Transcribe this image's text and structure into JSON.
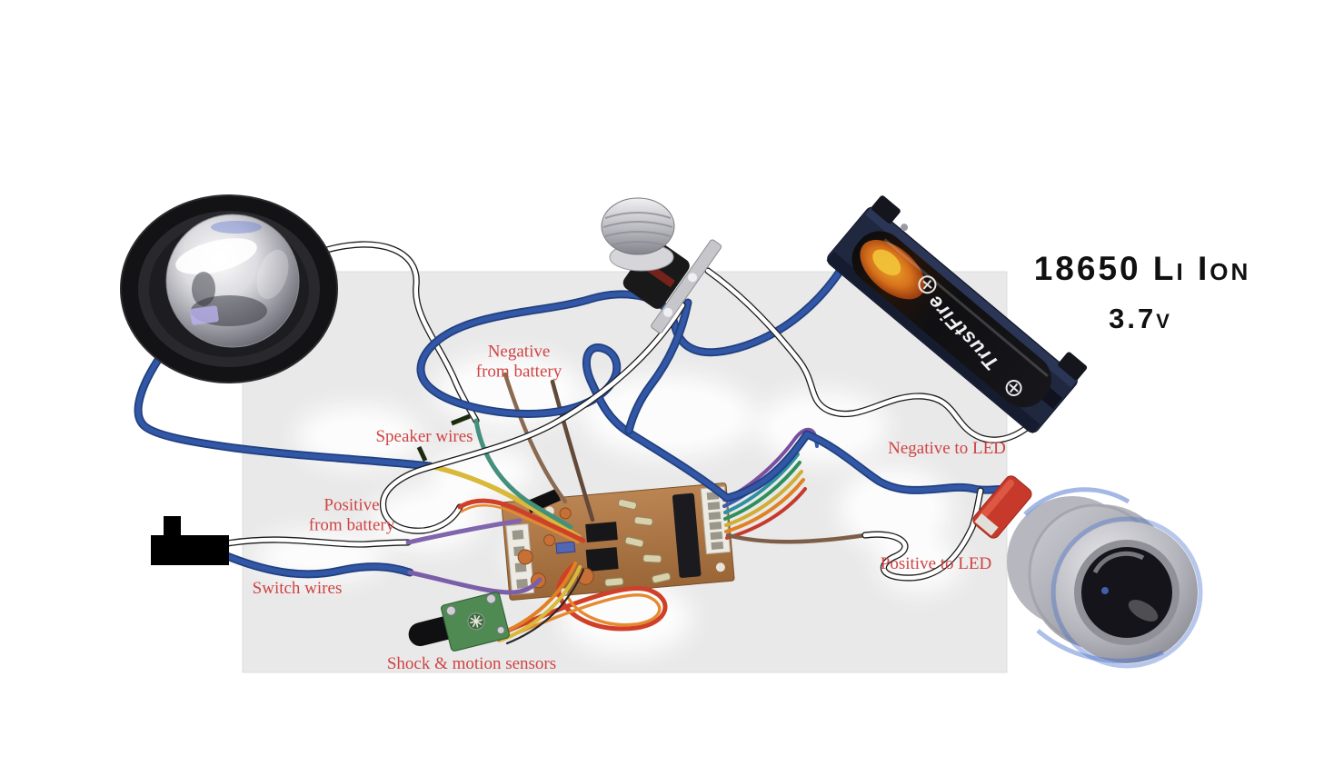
{
  "title": {
    "battery_type": "18650 Li Ion",
    "battery_voltage": "3.7v"
  },
  "battery": {
    "brand": "TrustFire"
  },
  "labels": {
    "negative_from_battery_line1": "Negative",
    "negative_from_battery_line2": "from battery",
    "speaker_wires": "Speaker wires",
    "positive_from_battery_line1": "Positive",
    "positive_from_battery_line2": "from battery",
    "switch_wires": "Switch wires",
    "shock_motion_sensors": "Shock & motion sensors",
    "negative_to_led": "Negative to LED",
    "positive_to_led": "Positive to LED"
  },
  "colors": {
    "label_red": "#d04343",
    "title_black": "#101010",
    "backdrop_gray": "#e9e9e9",
    "wire_blue": "#3257a7",
    "wire_yellow": "#d9b93a",
    "wire_teal": "#44907c",
    "wire_purple": "#8065ae",
    "wire_red": "#d03f27",
    "wire_orange": "#e08122",
    "wire_brown": "#7d5f49",
    "pcb_tan": "#b07b49",
    "sensor_green": "#4e8a52",
    "connector_red": "#c6392b",
    "led_silver": "#b9bac1"
  },
  "components": {
    "speaker": "speaker",
    "push_button_switch": "push-button-switch",
    "battery_holder": "18650-battery-in-holder",
    "circuit_board": "driver-circuit-board",
    "shock_sensor": "shock-and-motion-sensor-board",
    "toggle_switch": "power-switch",
    "led_module": "led-module"
  }
}
